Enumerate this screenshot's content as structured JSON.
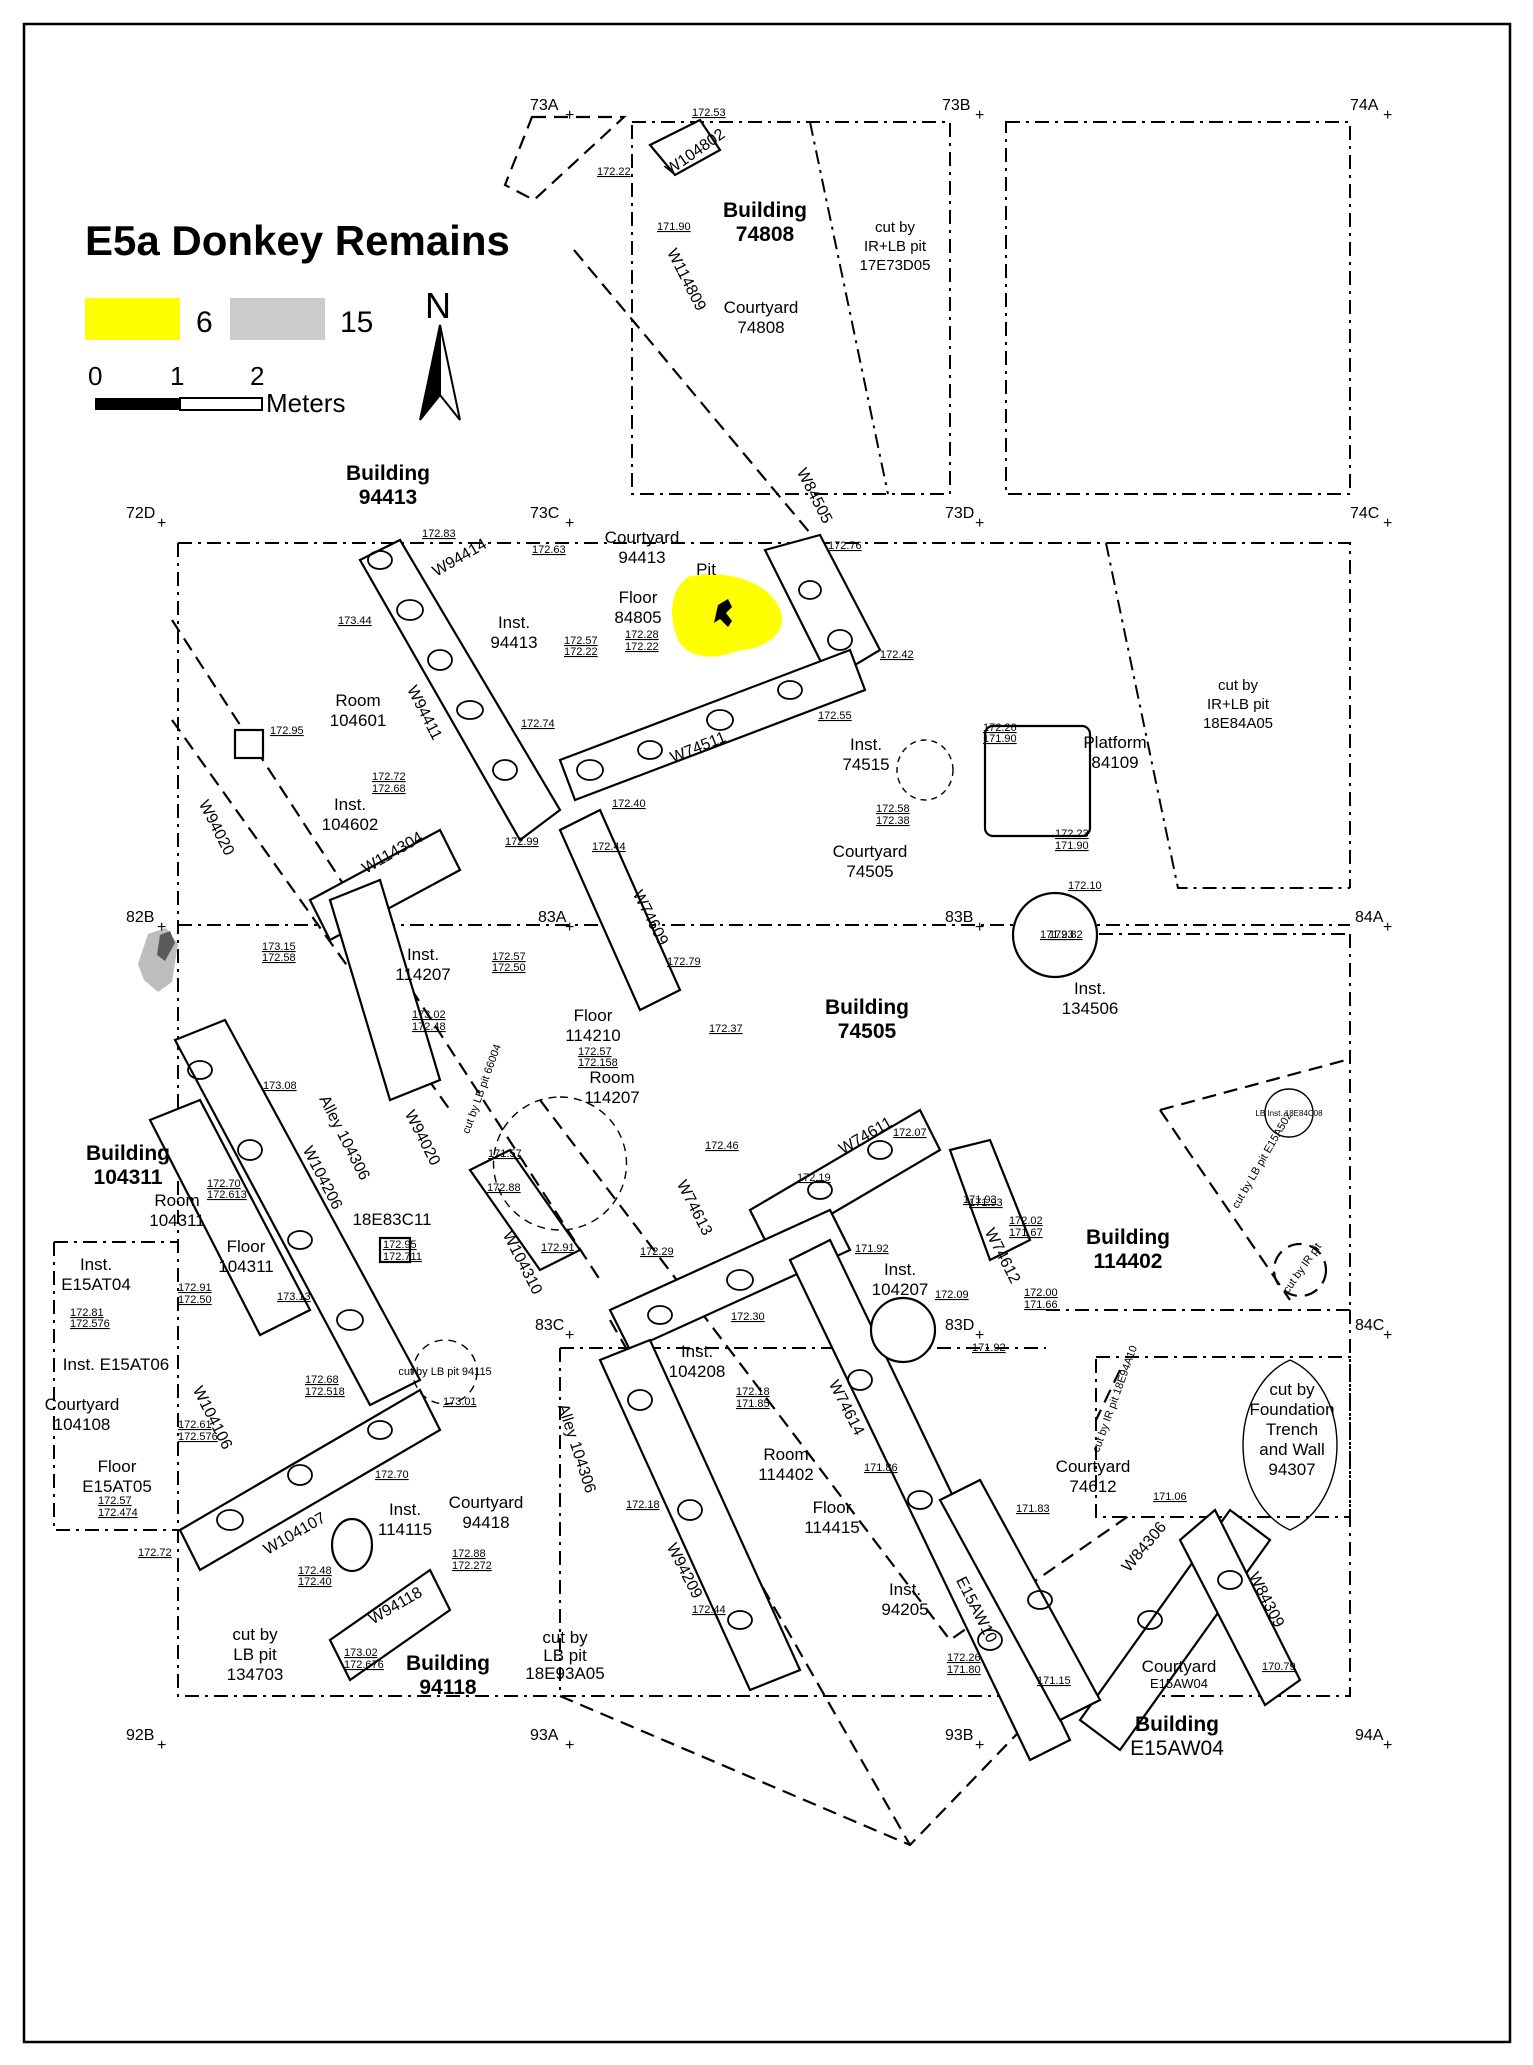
{
  "legend": {
    "title": "E5a Donkey Remains",
    "items": [
      {
        "count": "6",
        "color": "#ffff00"
      },
      {
        "count": "15",
        "color": "#cccccc"
      }
    ],
    "north": "N",
    "scale": {
      "t0": "0",
      "t1": "1",
      "t2": "2",
      "unit": "Meters"
    }
  },
  "grid_labels": [
    "73A",
    "73B",
    "74A",
    "72D",
    "73C",
    "73D",
    "74C",
    "82B",
    "83A",
    "83B",
    "84A",
    "83C",
    "83D",
    "84C",
    "92B",
    "93A",
    "93B",
    "94A"
  ],
  "buildings": [
    {
      "l1": "Building",
      "l2": "74808"
    },
    {
      "l1": "Building",
      "l2": "94413"
    },
    {
      "l1": "Building",
      "l2": "74505"
    },
    {
      "l1": "Building",
      "l2": "104311"
    },
    {
      "l1": "Building",
      "l2": "114402"
    },
    {
      "l1": "Building",
      "l2": "94118"
    },
    {
      "l1": "Building",
      "l2": "E15AW04"
    }
  ],
  "labels": [
    {
      "lines": [
        "cut by",
        "IR+LB pit",
        "17E73D05"
      ]
    },
    {
      "lines": [
        "Courtyard",
        "74808"
      ]
    },
    {
      "lines": [
        "Courtyard",
        "94413"
      ]
    },
    {
      "lines": [
        "Pit"
      ]
    },
    {
      "lines": [
        "Floor",
        "84805"
      ]
    },
    {
      "lines": [
        "Inst.",
        "94413"
      ]
    },
    {
      "lines": [
        "cut by",
        "IR+LB pit",
        "18E84A05"
      ]
    },
    {
      "lines": [
        "Room",
        "104601"
      ]
    },
    {
      "lines": [
        "Inst.",
        "104602"
      ]
    },
    {
      "lines": [
        "Inst.",
        "74515"
      ]
    },
    {
      "lines": [
        "Platform",
        "84109"
      ]
    },
    {
      "lines": [
        "Courtyard",
        "74505"
      ]
    },
    {
      "lines": [
        "Inst.",
        "114207"
      ]
    },
    {
      "lines": [
        "Floor",
        "114210"
      ]
    },
    {
      "lines": [
        "Room",
        "114207"
      ]
    },
    {
      "lines": [
        "Inst.",
        "134506"
      ]
    },
    {
      "lines": [
        "Room",
        "104311"
      ]
    },
    {
      "lines": [
        "Floor",
        "104311"
      ]
    },
    {
      "lines": [
        "18E83C11"
      ]
    },
    {
      "lines": [
        "Inst.",
        "E15AT04"
      ]
    },
    {
      "lines": [
        "Inst. E15AT06"
      ]
    },
    {
      "lines": [
        "Courtyard",
        "104108"
      ]
    },
    {
      "lines": [
        "Floor",
        "E15AT05"
      ]
    },
    {
      "lines": [
        "Inst.",
        "104207"
      ]
    },
    {
      "lines": [
        "Inst.",
        "104208"
      ]
    },
    {
      "lines": [
        "Room",
        "114402"
      ]
    },
    {
      "lines": [
        "Floor",
        "114415"
      ]
    },
    {
      "lines": [
        "cut by",
        "Foundation",
        "Trench",
        "and Wall",
        "94307"
      ]
    },
    {
      "lines": [
        "Courtyard",
        "74612"
      ]
    },
    {
      "lines": [
        "Inst.",
        "114115"
      ]
    },
    {
      "lines": [
        "Courtyard",
        "94418"
      ]
    },
    {
      "lines": [
        "Inst.",
        "94205"
      ]
    },
    {
      "lines": [
        "Courtyard"
      ]
    },
    {
      "lines": [
        "cut by",
        "LB pit",
        "134703"
      ]
    },
    {
      "lines": [
        "cut by",
        "LB pit",
        "18E93A05"
      ]
    }
  ],
  "walls": [
    "W104802",
    "W114809",
    "W84505",
    "W94414",
    "W94411",
    "W74511",
    "W94020",
    "W114304",
    "W74609",
    "W74611",
    "W74613",
    "W74612",
    "W74614",
    "W94020",
    "W104310",
    "W104206",
    "W104106",
    "W104107",
    "W94118",
    "W94209",
    "E15AW10",
    "W84306",
    "W84309",
    "Alley 104306",
    "Alley 104306"
  ],
  "small_labels": [
    "cut by LB pit 66004",
    "cut by LB pit 94115",
    "cut by LB pit E15A502",
    "LB Inst. 18E84C08",
    "cut by IR pit",
    "cut by IR pit 18E94A10",
    "E15AW04"
  ],
  "elevations": [
    "172.53",
    "172.22",
    "171.90",
    "172.76",
    "172.42",
    "172.83",
    "172.63",
    "173.44",
    "172.57",
    "172.22",
    "172.28",
    "172.22",
    "172.74",
    "172.55",
    "172.95",
    "172.72",
    "172.68",
    "172.40",
    "172.99",
    "172.44",
    "172.26",
    "171.90",
    "172.23",
    "171.90",
    "172.58",
    "172.38",
    "172.10",
    "171.93",
    "173.15",
    "172.58",
    "172.57",
    "172.50",
    "172.79",
    "173.02",
    "172.48",
    "172.37",
    "172.57",
    "172.158",
    "173.08",
    "172.46",
    "172.07",
    "171.57",
    "172.88",
    "172.19",
    "171.93",
    "172.02",
    "171.67",
    "172.95",
    "172.711",
    "172.91",
    "172.29",
    "171.92",
    "172.09",
    "172.00",
    "171.66",
    "172.30",
    "172.18",
    "171.85",
    "171.92",
    "172.70",
    "172.613",
    "172.91",
    "172.50",
    "172.81",
    "172.576",
    "173.13",
    "172.61",
    "172.576",
    "172.57",
    "172.474",
    "172.68",
    "172.518",
    "173.01",
    "172.70",
    "172.72",
    "172.48",
    "172.40",
    "172.88",
    "172.272",
    "173.02",
    "172.676",
    "172.18",
    "172.44",
    "171.86",
    "171.83",
    "171.06",
    "172.26",
    "171.80",
    "171.15",
    "170.79",
    "171.93",
    "172.82"
  ]
}
